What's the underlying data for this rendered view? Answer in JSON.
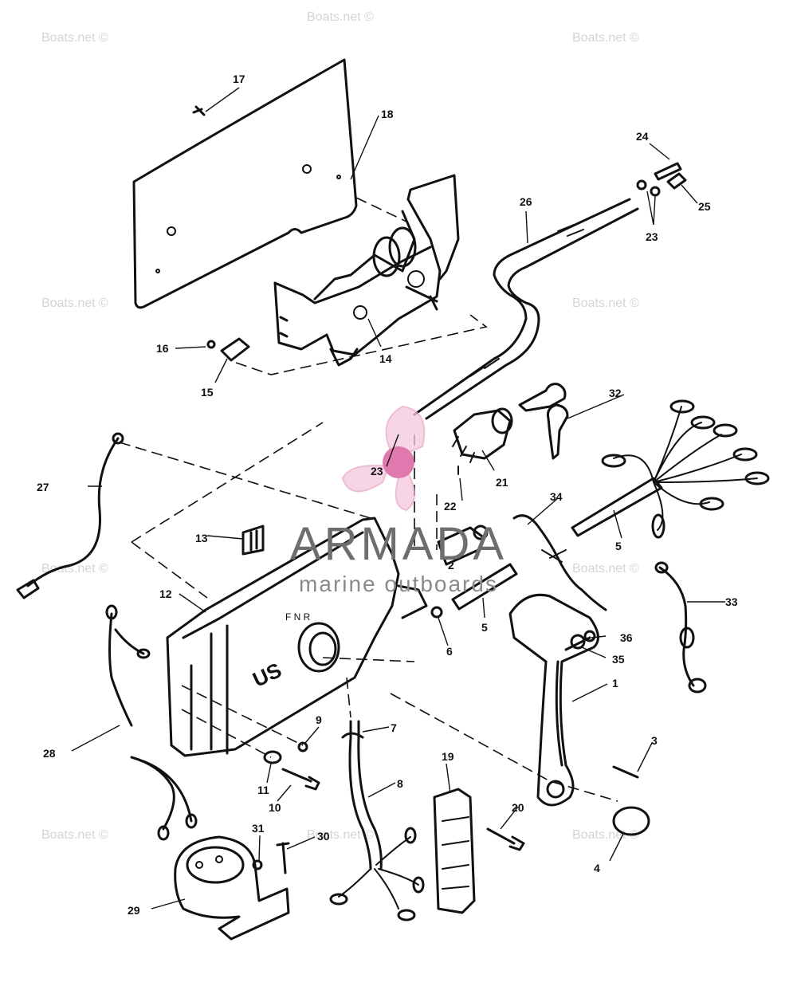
{
  "watermark": "Boats.net ©",
  "brand": {
    "name": "ARMADA",
    "tagline": "marine outboards",
    "color": "#e8a6c8"
  },
  "panel_marks": {
    "gear_letters": "F  N  R",
    "logo": "US"
  },
  "callouts": {
    "c1": "1",
    "c2": "2",
    "c3": "3",
    "c4": "4",
    "c5a": "5",
    "c5b": "5",
    "c6": "6",
    "c7": "7",
    "c8": "8",
    "c9": "9",
    "c10": "10",
    "c11": "11",
    "c12": "12",
    "c13": "13",
    "c14": "14",
    "c15": "15",
    "c16": "16",
    "c17": "17",
    "c18": "18",
    "c19": "19",
    "c20": "20",
    "c21": "21",
    "c22": "22",
    "c23a": "23",
    "c23b": "23",
    "c24": "24",
    "c25": "25",
    "c26": "26",
    "c27": "27",
    "c28": "28",
    "c29": "29",
    "c30": "30",
    "c31": "31",
    "c32": "32",
    "c33": "33",
    "c34": "34",
    "c35": "35",
    "c36": "36"
  }
}
